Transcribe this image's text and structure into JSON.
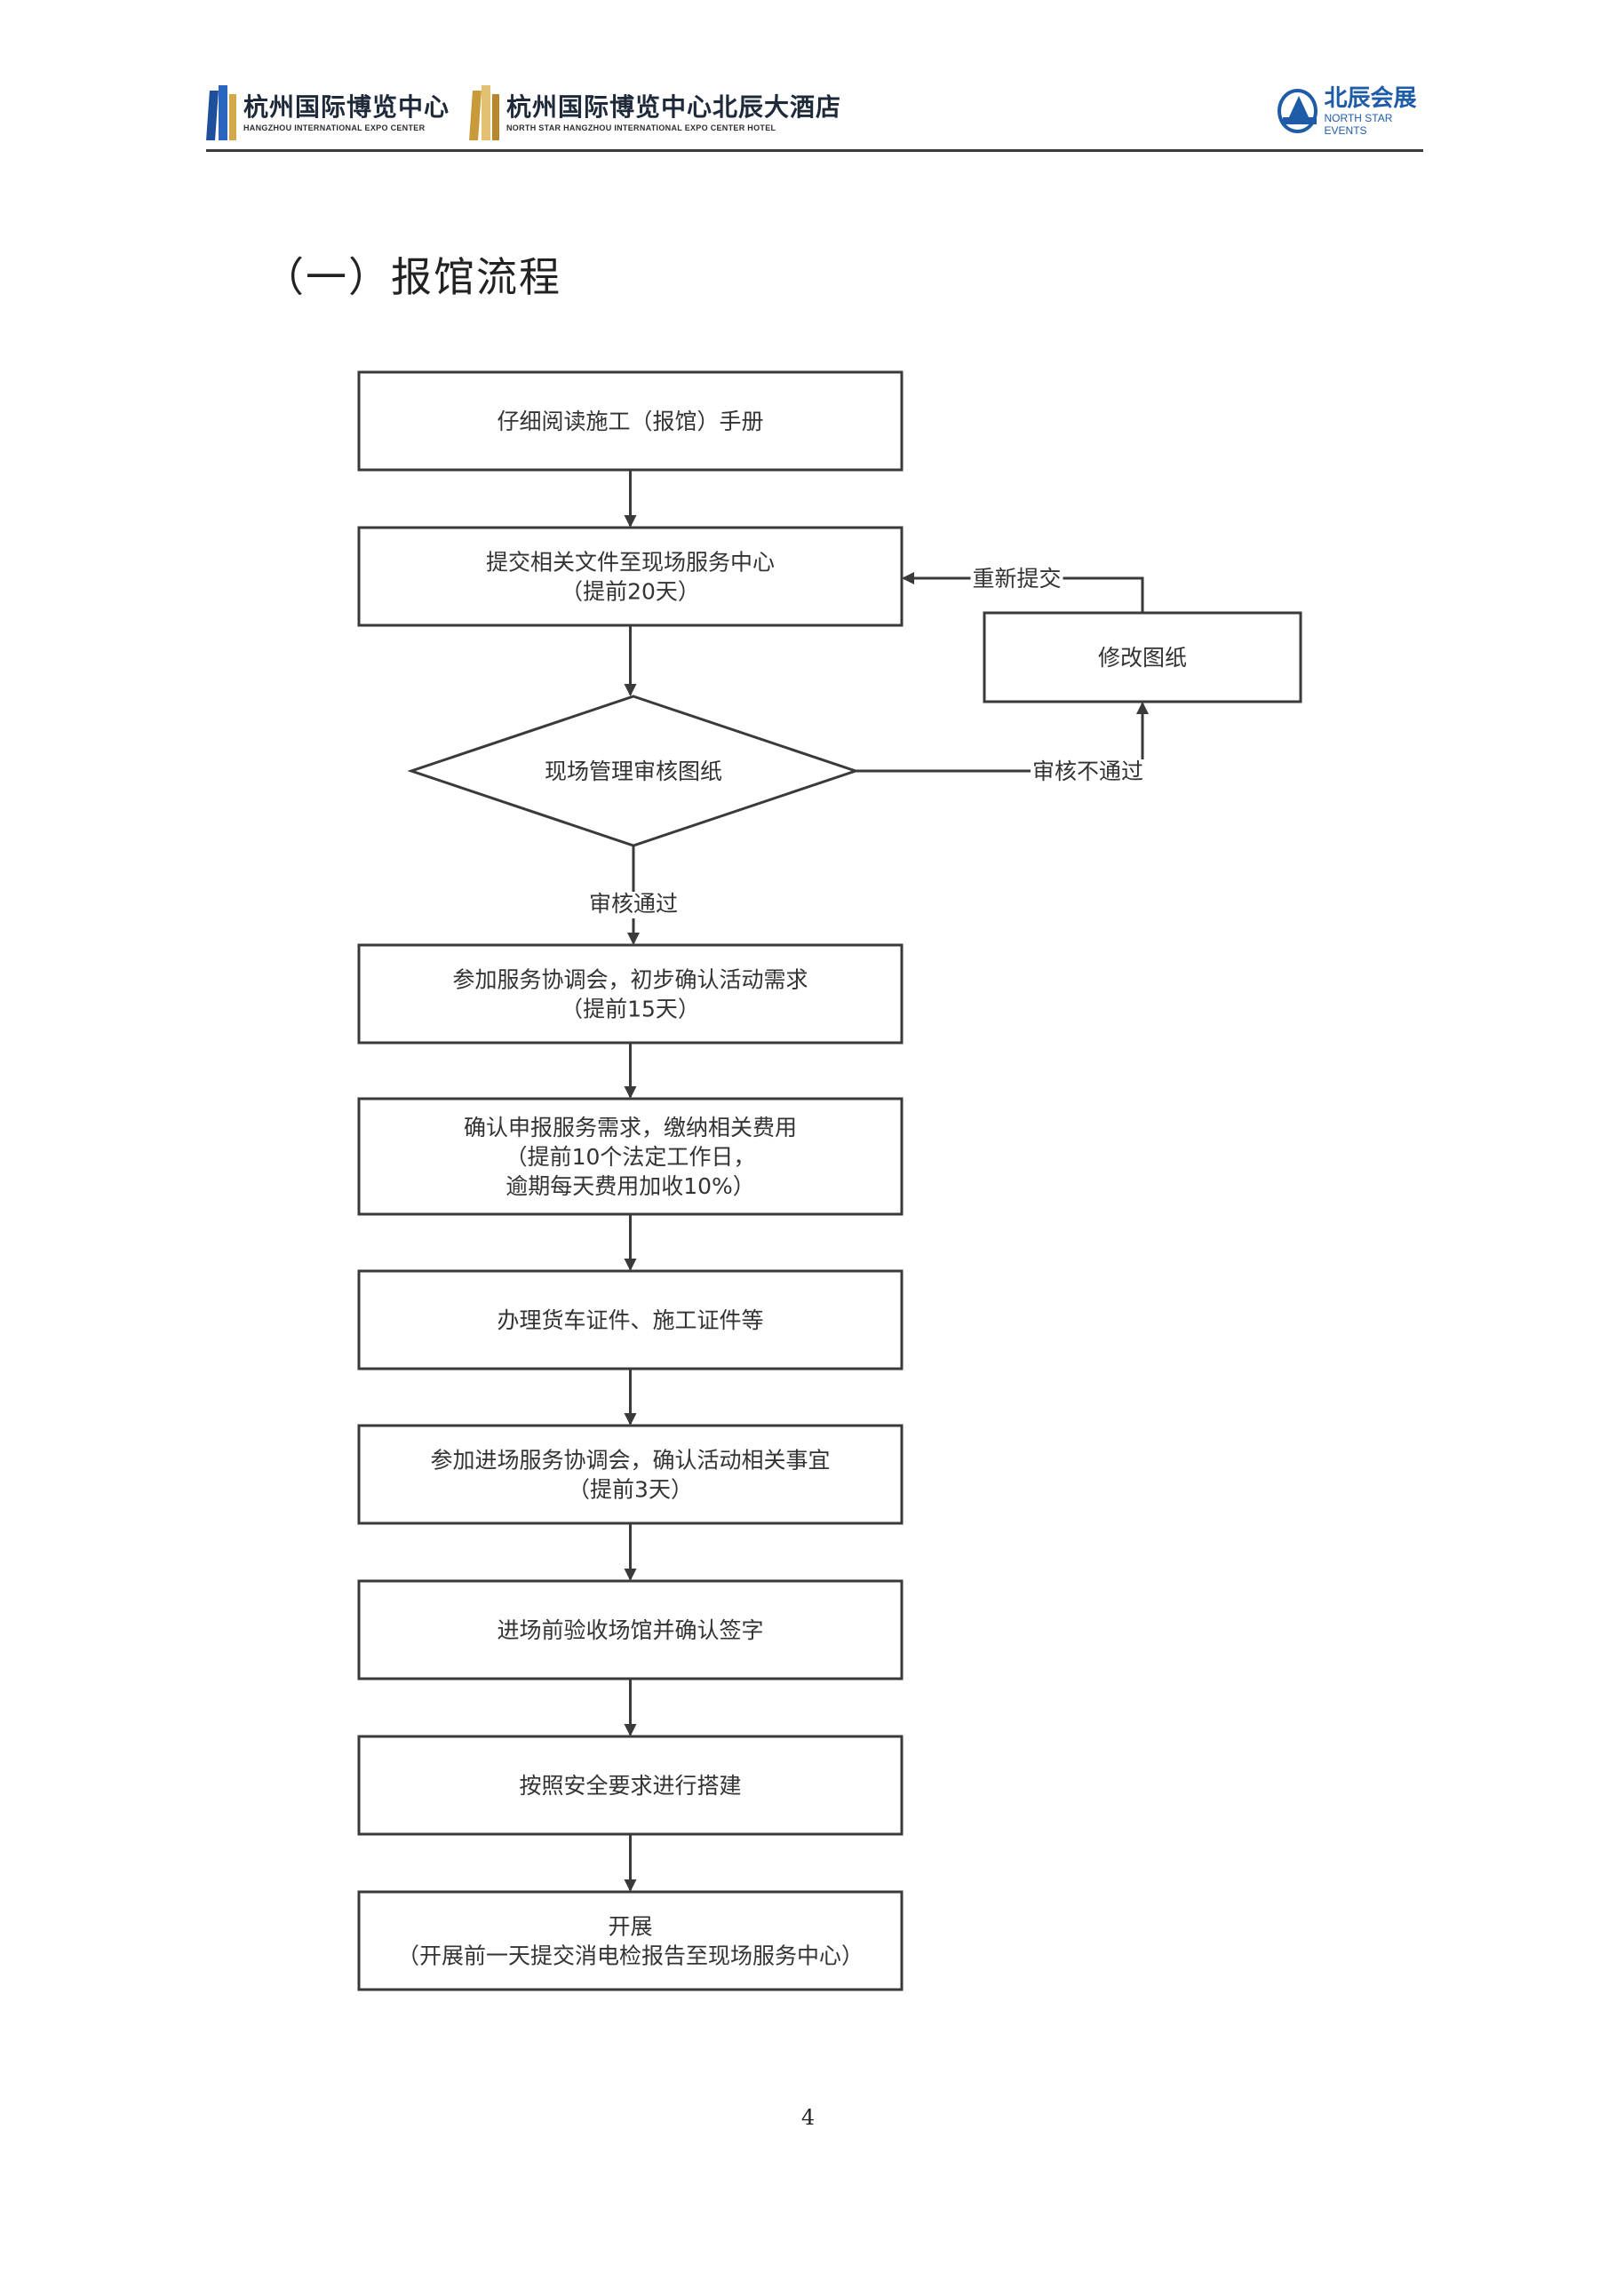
{
  "header": {
    "logo_expo": {
      "cn": "杭州国际博览中心",
      "en": "HANGZHOU INTERNATIONAL EXPO CENTER"
    },
    "logo_hotel": {
      "cn": "杭州国际博览中心北辰大酒店",
      "en": "NORTH STAR HANGZHOU INTERNATIONAL EXPO CENTER HOTEL"
    },
    "logo_northstar": {
      "cn": "北辰会展",
      "en": "NORTH STAR EVENTS"
    }
  },
  "section_title": "（一）报馆流程",
  "flowchart": {
    "nodes": [
      {
        "id": "n1",
        "shape": "rect",
        "lines": [
          "仔细阅读施工（报馆）手册"
        ]
      },
      {
        "id": "n2",
        "shape": "rect",
        "lines": [
          "提交相关文件至现场服务中心",
          "（提前20天）"
        ]
      },
      {
        "id": "n3",
        "shape": "diamond",
        "lines": [
          "现场管理审核图纸"
        ]
      },
      {
        "id": "n4",
        "shape": "rect",
        "lines": [
          "修改图纸"
        ]
      },
      {
        "id": "n5",
        "shape": "rect",
        "lines": [
          "参加服务协调会，初步确认活动需求",
          "（提前15天）"
        ]
      },
      {
        "id": "n6",
        "shape": "rect",
        "lines": [
          "确认申报服务需求，缴纳相关费用",
          "（提前10个法定工作日，",
          "逾期每天费用加收10%）"
        ]
      },
      {
        "id": "n7",
        "shape": "rect",
        "lines": [
          "办理货车证件、施工证件等"
        ]
      },
      {
        "id": "n8",
        "shape": "rect",
        "lines": [
          "参加进场服务协调会，确认活动相关事宜",
          "（提前3天）"
        ]
      },
      {
        "id": "n9",
        "shape": "rect",
        "lines": [
          "进场前验收场馆并确认签字"
        ]
      },
      {
        "id": "n10",
        "shape": "rect",
        "lines": [
          "按照安全要求进行搭建"
        ]
      },
      {
        "id": "n11",
        "shape": "rect",
        "lines": [
          "开展",
          "（开展前一天提交消电检报告至现场服务中心）"
        ]
      }
    ],
    "edges": [
      {
        "from": "n1",
        "to": "n2",
        "label": ""
      },
      {
        "from": "n2",
        "to": "n3",
        "label": ""
      },
      {
        "from": "n3",
        "to": "n4",
        "label": "审核不通过"
      },
      {
        "from": "n4",
        "to": "n2",
        "label": "重新提交"
      },
      {
        "from": "n3",
        "to": "n5",
        "label": "审核通过"
      },
      {
        "from": "n5",
        "to": "n6",
        "label": ""
      },
      {
        "from": "n6",
        "to": "n7",
        "label": ""
      },
      {
        "from": "n7",
        "to": "n8",
        "label": ""
      },
      {
        "from": "n8",
        "to": "n9",
        "label": ""
      },
      {
        "from": "n9",
        "to": "n10",
        "label": ""
      },
      {
        "from": "n10",
        "to": "n11",
        "label": ""
      }
    ]
  },
  "page_number": "4"
}
